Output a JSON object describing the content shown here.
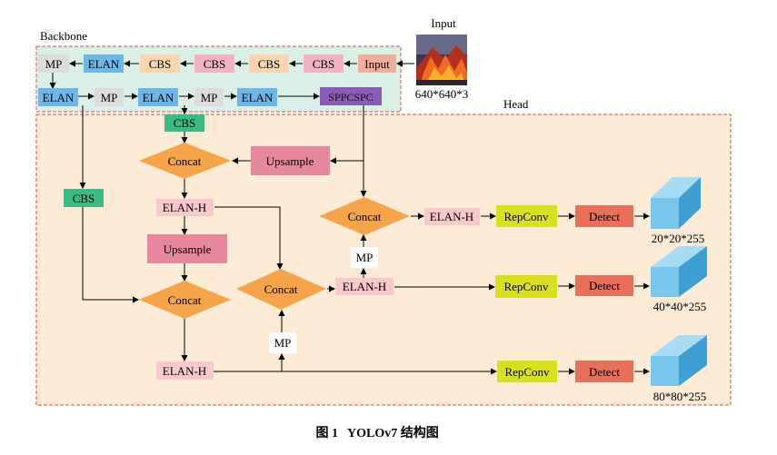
{
  "labels": {
    "backbone": "Backbone",
    "head": "Head",
    "input_title": "Input",
    "input_size": "640*640*3"
  },
  "colors": {
    "backbone_fill": "#daf0e6",
    "head_fill": "#fdebd5",
    "region_border": "#e05040",
    "elan": "#6db7e8",
    "mp": "#dcdcdc",
    "cbs_green": "#3cba84",
    "cbs_peach": "#fbd6b0",
    "cbs_pink": "#f2b4c2",
    "input": "#f2ae9c",
    "sppcspc": "#8b5bb5",
    "upsample": "#e8889e",
    "elanh": "#f8c8cc",
    "concat": "#f5a44a",
    "repconv": "#d8e020",
    "detect": "#e8705a",
    "cube_front": "#7ac6ea",
    "cube_top": "#a8dcf4",
    "cube_side": "#3e9fd4"
  },
  "nodes": {
    "b_input": "Input",
    "b_cbs1": "CBS",
    "b_cbs2": "CBS",
    "b_cbs3": "CBS",
    "b_cbs4": "CBS",
    "b_elan1": "ELAN",
    "b_mp1": "MP",
    "b_elan2": "ELAN",
    "b_mp2": "MP",
    "b_elan3": "ELAN",
    "b_mp3": "MP",
    "b_elan4": "ELAN",
    "b_sppcspc": "SPPCSPC",
    "h_cbs_top": "CBS",
    "h_cbs_left": "CBS",
    "h_concat1": "Concat",
    "h_upsample1": "Upsample",
    "h_elanh1": "ELAN-H",
    "h_upsample2": "Upsample",
    "h_concat2": "Concat",
    "h_elanh2": "ELAN-H",
    "h_mp_bottom": "MP",
    "h_concat3": "Concat",
    "h_elanh3": "ELAN-H",
    "h_mp_top": "MP",
    "h_concat4": "Concat",
    "h_elanh4": "ELAN-H",
    "h_repconv1": "RepConv",
    "h_repconv2": "RepConv",
    "h_repconv3": "RepConv",
    "h_detect1": "Detect",
    "h_detect2": "Detect",
    "h_detect3": "Detect"
  },
  "outputs": {
    "out1": "20*20*255",
    "out2": "40*40*255",
    "out3": "80*80*255"
  },
  "caption": {
    "figure_number": "图 1",
    "title": "YOLOv7 结构图"
  }
}
